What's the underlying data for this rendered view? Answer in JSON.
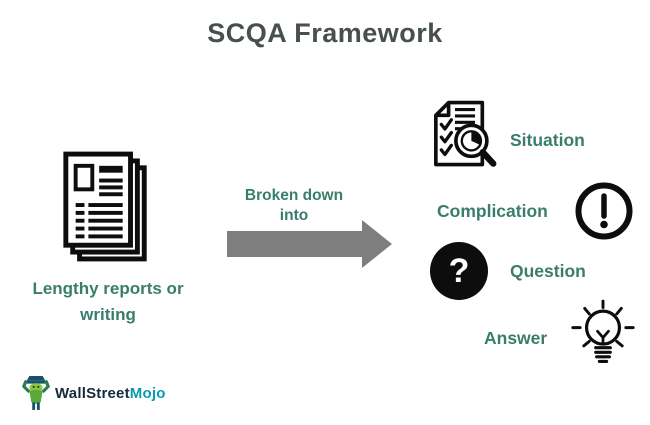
{
  "title": "SCQA Framework",
  "colors": {
    "accent_teal": "#3A7D6C",
    "title_gray": "#47504C",
    "arrow_gray": "#7E7E7E",
    "icon_black": "#0D0D0D",
    "logo_navy": "#17293B",
    "logo_teal": "#0A9AAB"
  },
  "left": {
    "icon": "documents-stack-icon",
    "label_line1": "Lengthy reports or",
    "label_line2": "writing"
  },
  "middle": {
    "icon": "right-arrow",
    "label_line1": "Broken down",
    "label_line2": "into"
  },
  "right": {
    "items": [
      {
        "label": "Situation",
        "icon": "document-magnifier-icon",
        "icon_side": "left"
      },
      {
        "label": "Complication",
        "icon": "exclamation-circle-icon",
        "icon_side": "right"
      },
      {
        "label": "Question",
        "icon": "question-circle-icon",
        "icon_side": "left",
        "icon_glyph": "?"
      },
      {
        "label": "Answer",
        "icon": "lightbulb-icon",
        "icon_side": "right"
      }
    ]
  },
  "logo": {
    "brand_part1": "WallStreet",
    "brand_part2": "Mojo",
    "icon": "wallstreetmojo-mascot-icon"
  }
}
